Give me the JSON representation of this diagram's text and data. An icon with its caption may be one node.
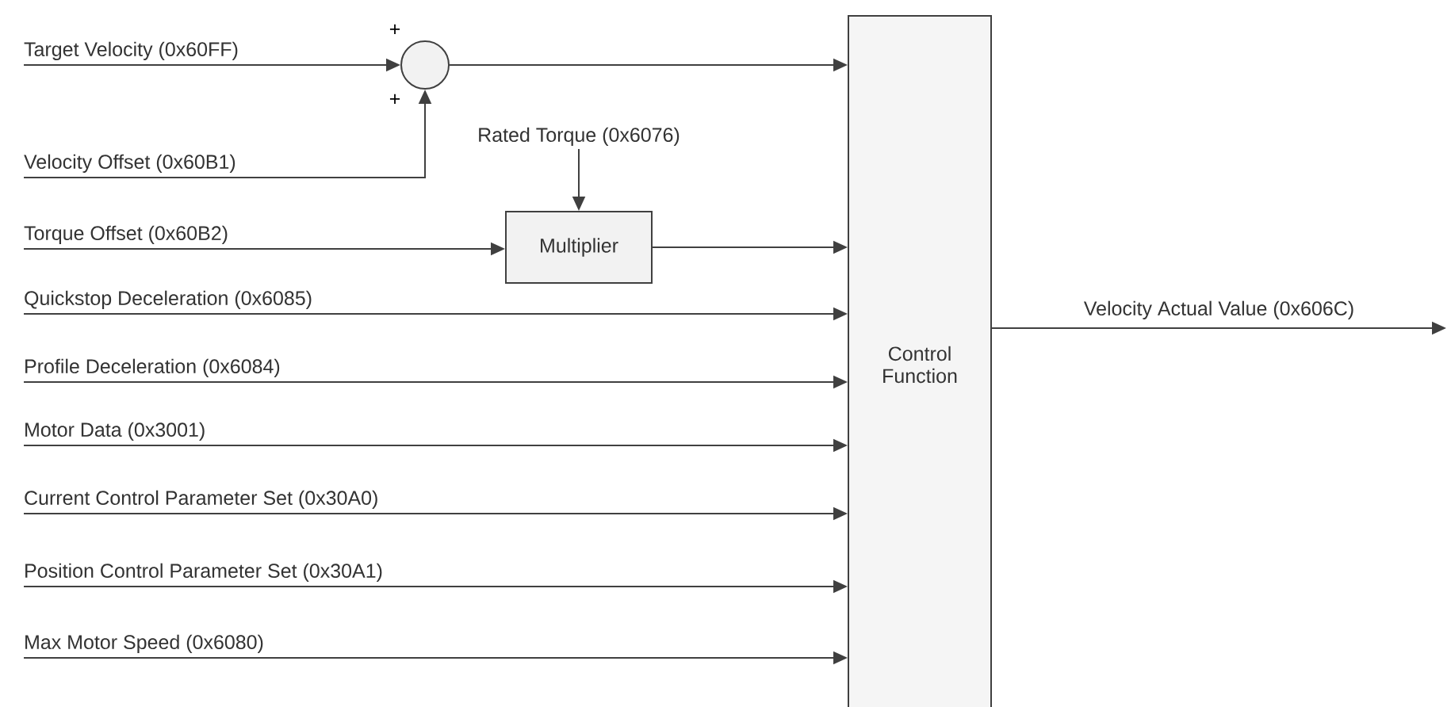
{
  "diagram": {
    "nodes": [
      {
        "text": [
          "Target Velocity (0x60FF)"
        ]
      },
      {
        "text": [
          "Velocity Offset (0x60B1)"
        ]
      },
      {
        "text": [
          "Rated Torque (0x6076)"
        ]
      },
      {
        "text": [
          "Torque Offset (0x60B2)"
        ]
      },
      {
        "text": [
          "Quickstop Deceleration (0x6085)"
        ]
      },
      {
        "text": [
          "Profile Deceleration (0x6084)"
        ]
      },
      {
        "text": [
          "Motor Data (0x3001)"
        ]
      },
      {
        "text": [
          "Current Control Parameter Set (0x30A0)"
        ]
      },
      {
        "text": [
          "Position Control Parameter Set (0x30A1)"
        ]
      },
      {
        "text": [
          "Max Motor Speed (0x6080)"
        ]
      },
      {
        "text": [],
        "shape": "circle",
        "beside": [
          "+",
          "+"
        ]
      },
      {
        "text": [
          "Multiplier"
        ]
      },
      {
        "text": [
          "Control Function"
        ]
      }
    ],
    "edges": [
      {
        "from": 0,
        "to": 10,
        "arrow": "to"
      },
      {
        "from": 1,
        "to": 10,
        "arrow": "to"
      },
      {
        "from": 10,
        "to": 12,
        "arrow": "to"
      },
      {
        "from": 2,
        "to": 11,
        "arrow": "to"
      },
      {
        "from": 3,
        "to": 11,
        "arrow": "to"
      },
      {
        "from": 11,
        "to": 12,
        "arrow": "to"
      },
      {
        "from": 4,
        "to": 12,
        "arrow": "to"
      },
      {
        "from": 5,
        "to": 12,
        "arrow": "to"
      },
      {
        "from": 6,
        "to": 12,
        "arrow": "to"
      },
      {
        "from": 7,
        "to": 12,
        "arrow": "to"
      },
      {
        "from": 8,
        "to": 12,
        "arrow": "to"
      },
      {
        "from": 9,
        "to": 12,
        "arrow": "to"
      },
      {
        "from": 12,
        "to": null,
        "arrow": "to",
        "label": "Velocity Actual Value (0x606C)"
      }
    ]
  }
}
